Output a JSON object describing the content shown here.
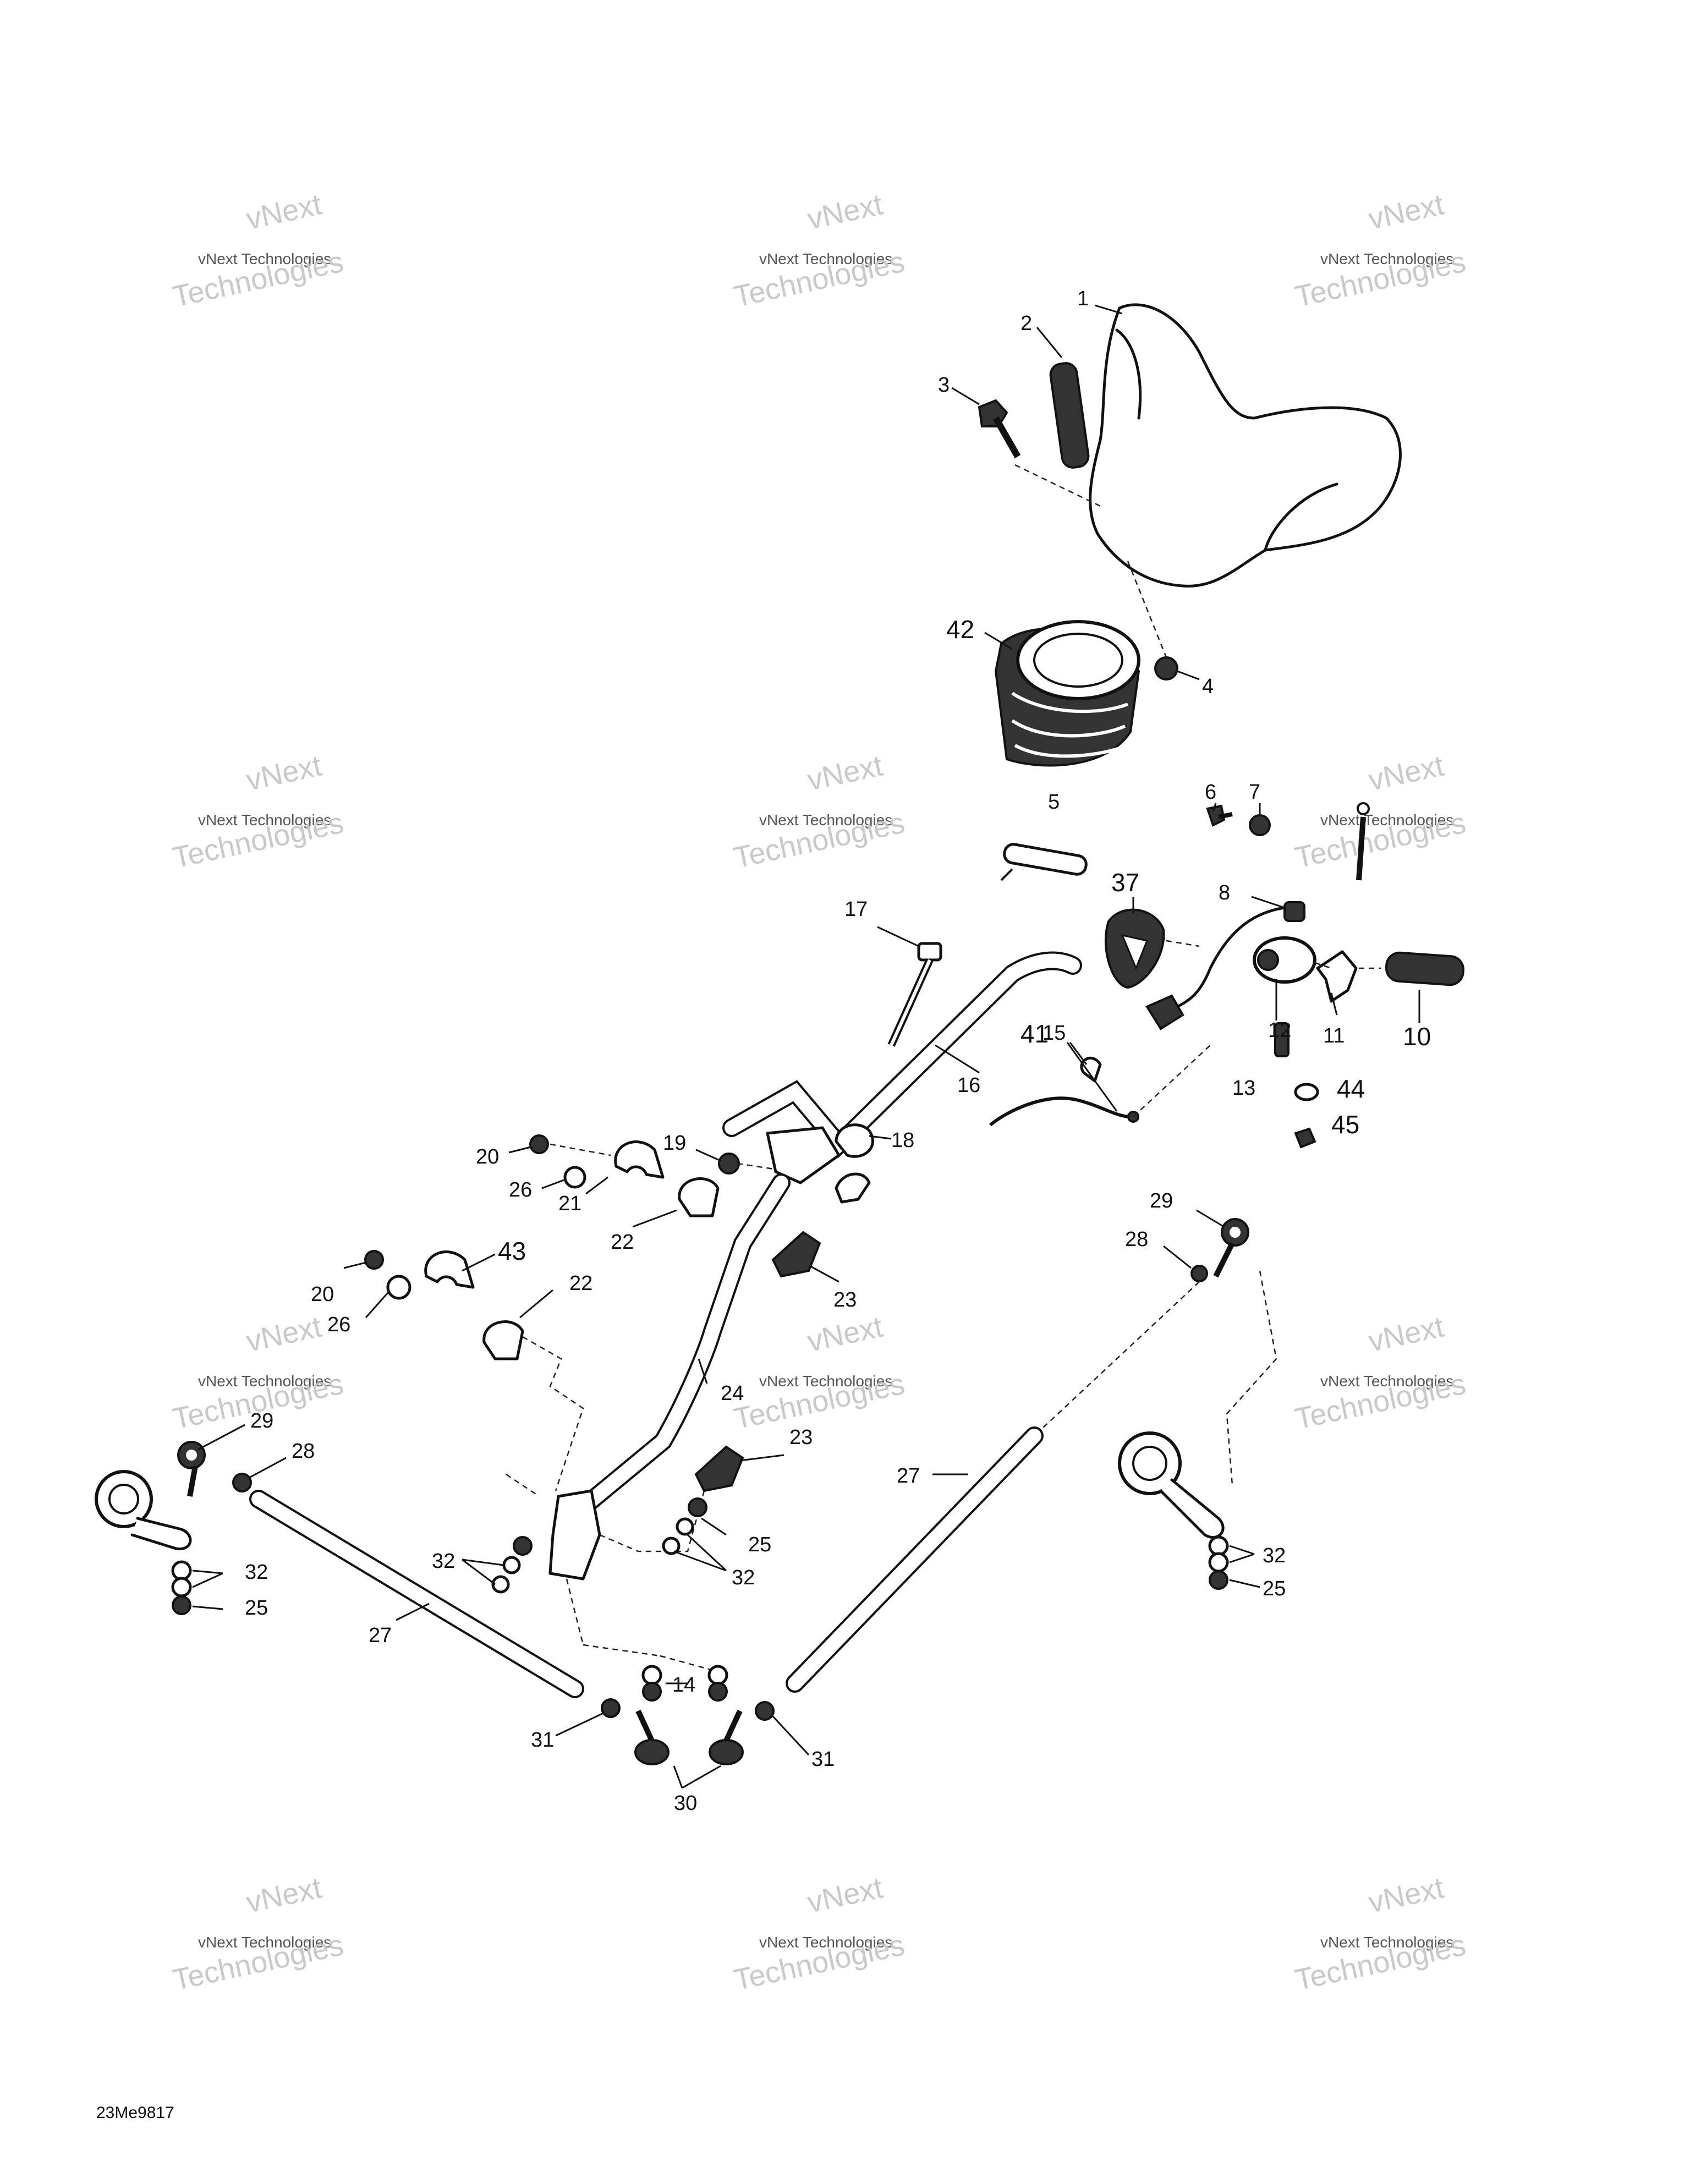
{
  "watermark": {
    "line1": "vNext",
    "line2": "vNext Technologies",
    "line3": "Technologies"
  },
  "drawing_code": "23Me9817",
  "callouts": {
    "c1": "1",
    "c2": "2",
    "c3": "3",
    "c4": "4",
    "c5": "5",
    "c6": "6",
    "c7": "7",
    "c8": "8",
    "c10": "10",
    "c11": "11",
    "c12": "12",
    "c13": "13",
    "c14": "14",
    "c15": "15",
    "c16": "16",
    "c17": "17",
    "c18": "18",
    "c19": "19",
    "c20a": "20",
    "c20b": "20",
    "c21": "21",
    "c22a": "22",
    "c22b": "22",
    "c23a": "23",
    "c23b": "23",
    "c24": "24",
    "c25a": "25",
    "c25b": "25",
    "c25c": "25",
    "c26a": "26",
    "c26b": "26",
    "c27a": "27",
    "c27b": "27",
    "c28a": "28",
    "c28b": "28",
    "c29a": "29",
    "c29b": "29",
    "c30": "30",
    "c31a": "31",
    "c31b": "31",
    "c32a": "32",
    "c32b": "32",
    "c32c": "32",
    "c32d": "32",
    "c37": "37",
    "c41": "41",
    "c42": "42",
    "c43": "43",
    "c44": "44",
    "c45": "45"
  }
}
